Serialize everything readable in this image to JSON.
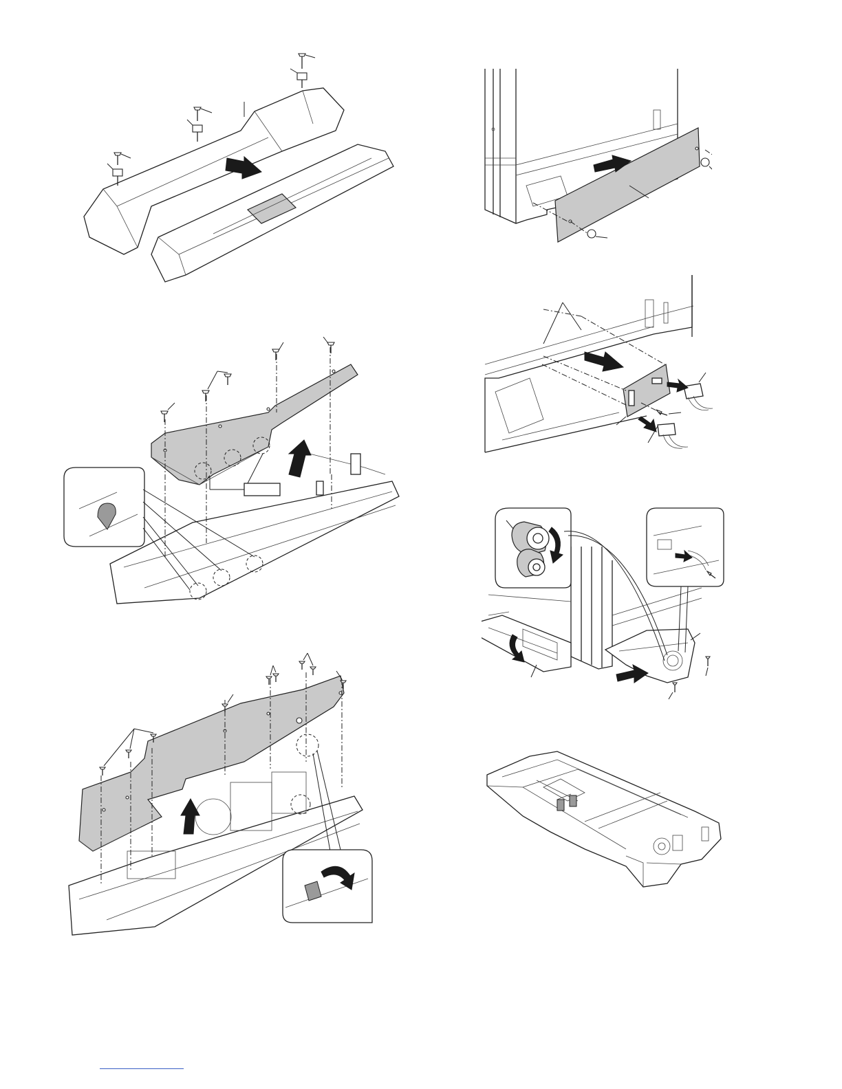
{
  "page": {
    "figures": [
      {
        "id": "fig-1",
        "label": ""
      },
      {
        "id": "fig-2",
        "label": ""
      },
      {
        "id": "fig-3",
        "label": ""
      },
      {
        "id": "fig-4",
        "label": ""
      },
      {
        "id": "fig-5",
        "label": ""
      },
      {
        "id": "fig-6",
        "label": ""
      },
      {
        "id": "fig-7",
        "label": ""
      }
    ],
    "footer": {
      "link_text": ""
    }
  },
  "colors": {
    "line": "#222222",
    "panel_fill": "#c9c9c9",
    "arrow_fill": "#1a1a1a",
    "footer_rule": "#3a5fc4"
  },
  "icons": {
    "screw": "screw-icon",
    "removal_arrow": "arrow-icon",
    "rotate_arrow": "rotate-arrow-icon"
  }
}
